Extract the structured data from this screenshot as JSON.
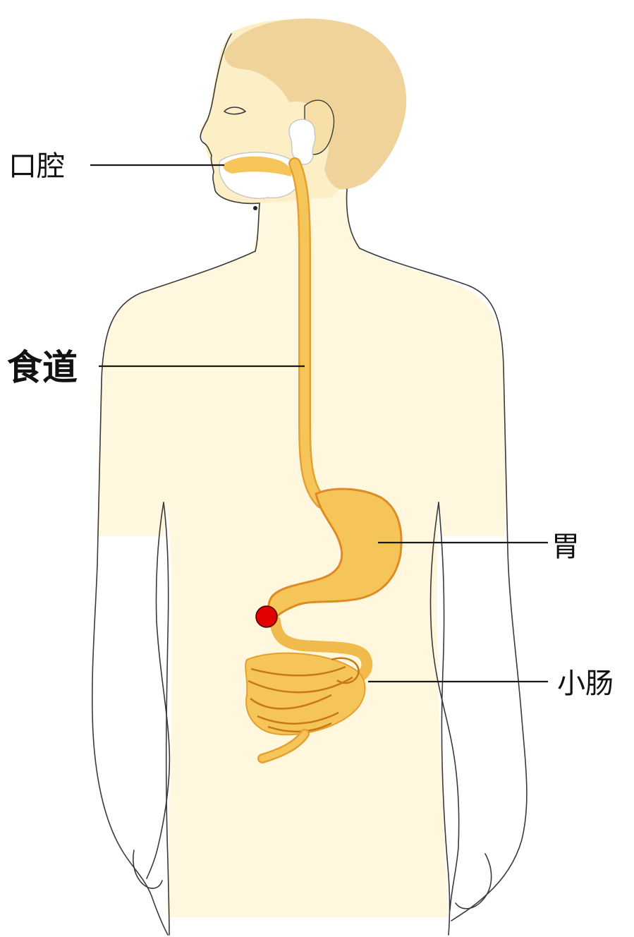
{
  "labels": {
    "mouth": "口腔",
    "esophagus": "食道",
    "stomach": "胃",
    "small_intestine": "小肠"
  },
  "colors": {
    "skin": "#fdf2c2",
    "hair": "#efd39a",
    "organ": "#f6c55a",
    "organ_edge": "#e5a030",
    "outline": "#3a3a3a",
    "marker": "#e10000"
  }
}
